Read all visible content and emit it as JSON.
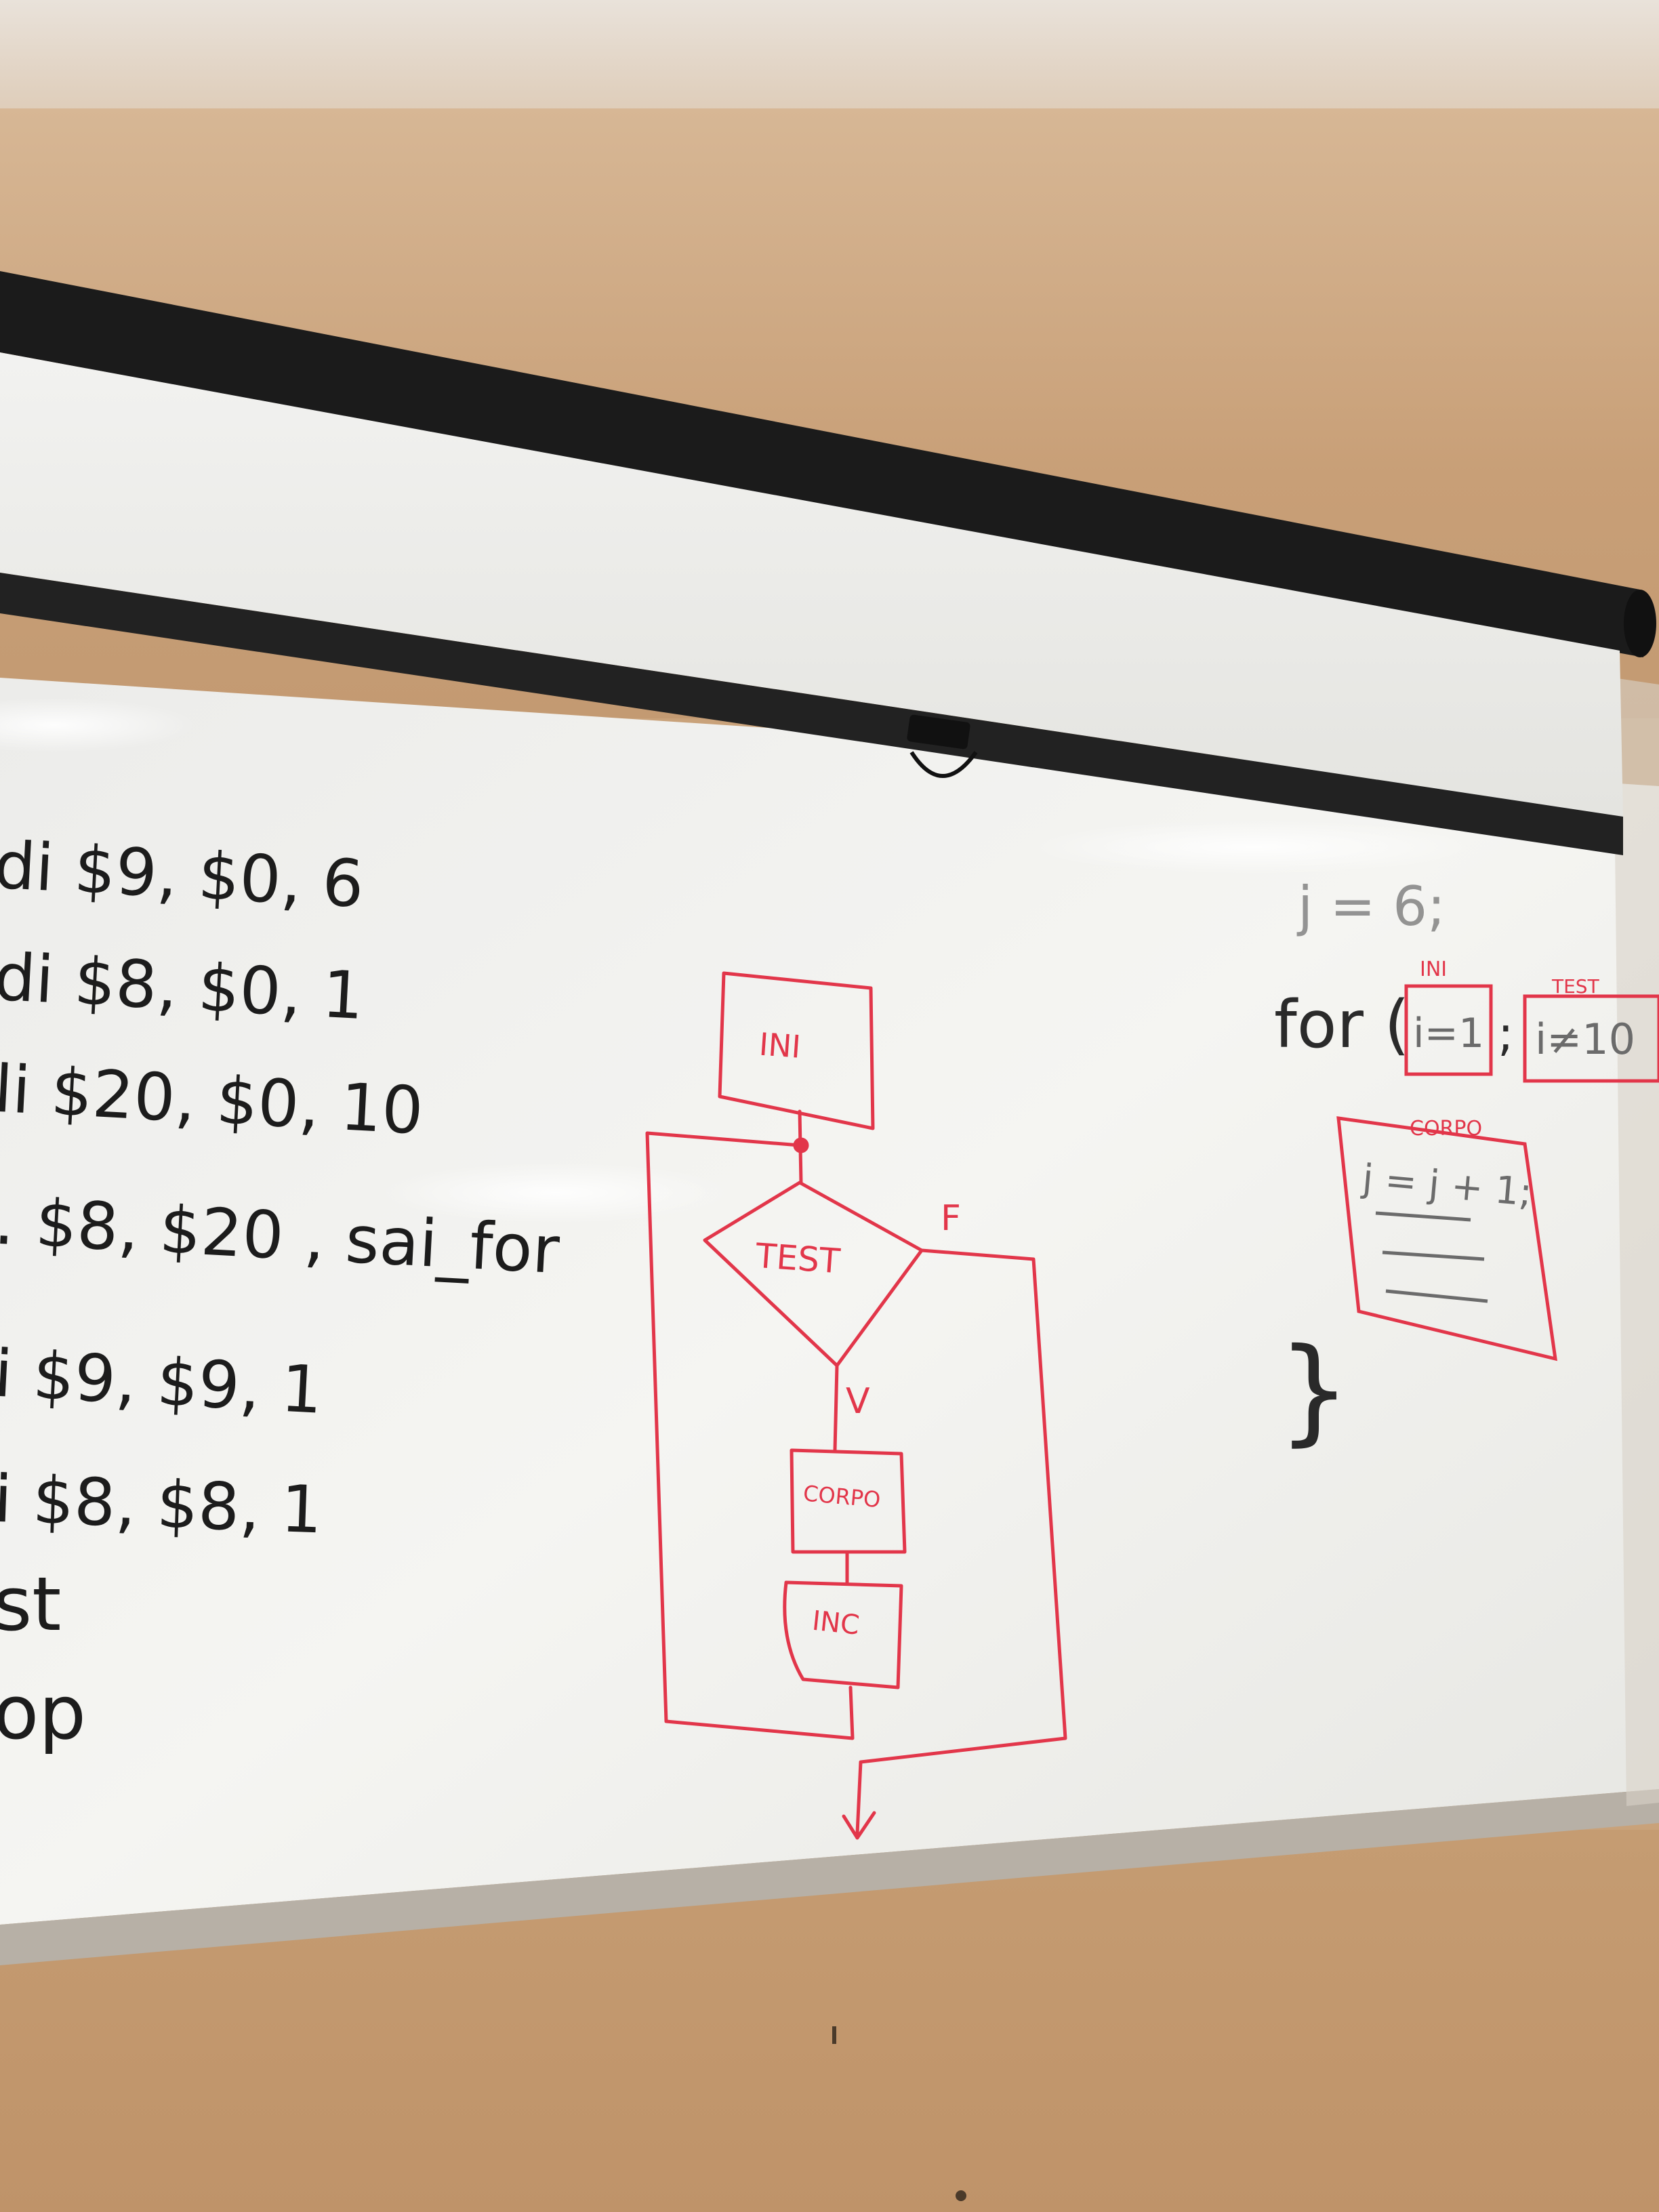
{
  "whiteboard": {
    "assembly_lines": [
      "di  $9, $0, 6",
      "di  $8, $0, 1",
      "li  $20, $0, 10",
      ".  $8, $20  , sai_for",
      "i  $9, $9, 1",
      "i  $8, $8, 1",
      "st",
      "op"
    ],
    "flowchart": {
      "ini_label": "INI",
      "test_label": "TEST",
      "false_label": "F",
      "true_label": "V",
      "body_label": "CORPO",
      "inc_label": "INC"
    },
    "code": {
      "j_line": "j = 6;",
      "for_keyword": "for (",
      "ini_tag": "INI",
      "ini_expr": "i=1",
      "separator": ";",
      "test_tag": "TEST",
      "test_expr": "i≠10",
      "body_tag": "CORPO",
      "body_expr": "j = j + 1;",
      "closing_brace": "}"
    }
  },
  "colors": {
    "marker_black": "#1c1c1c",
    "marker_red": "#e2364a",
    "board": "#f3f3f0",
    "wall": "#c89f77"
  }
}
